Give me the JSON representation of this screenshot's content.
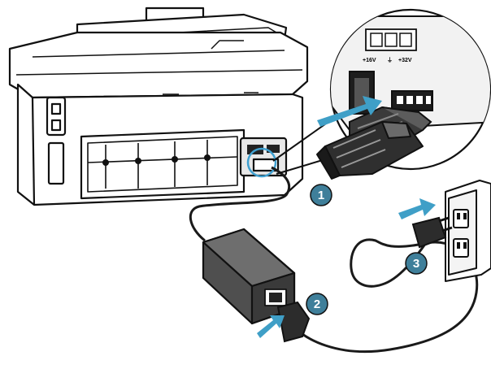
{
  "colors": {
    "outline": "#111111",
    "callout_fill": "#3f7f9a",
    "callout_text": "#ffffff",
    "arrow": "#3f9fc7",
    "cable": "#1a1a1a",
    "adapter": "#5a5a5a",
    "highlight": "#3fa0d0"
  },
  "icons": [
    "printer-icon",
    "power-adapter-icon",
    "wall-outlet-icon",
    "power-plug-icon",
    "insert-arrow-icon"
  ],
  "callouts": [
    {
      "id": "1",
      "label": "1",
      "target": "printer power port"
    },
    {
      "id": "2",
      "label": "2",
      "target": "adapter cord connection"
    },
    {
      "id": "3",
      "label": "3",
      "target": "wall outlet"
    }
  ],
  "port_panel": {
    "top_label": "",
    "left_text": "+16V",
    "right_text": "+32V",
    "symbol": "⏚"
  }
}
